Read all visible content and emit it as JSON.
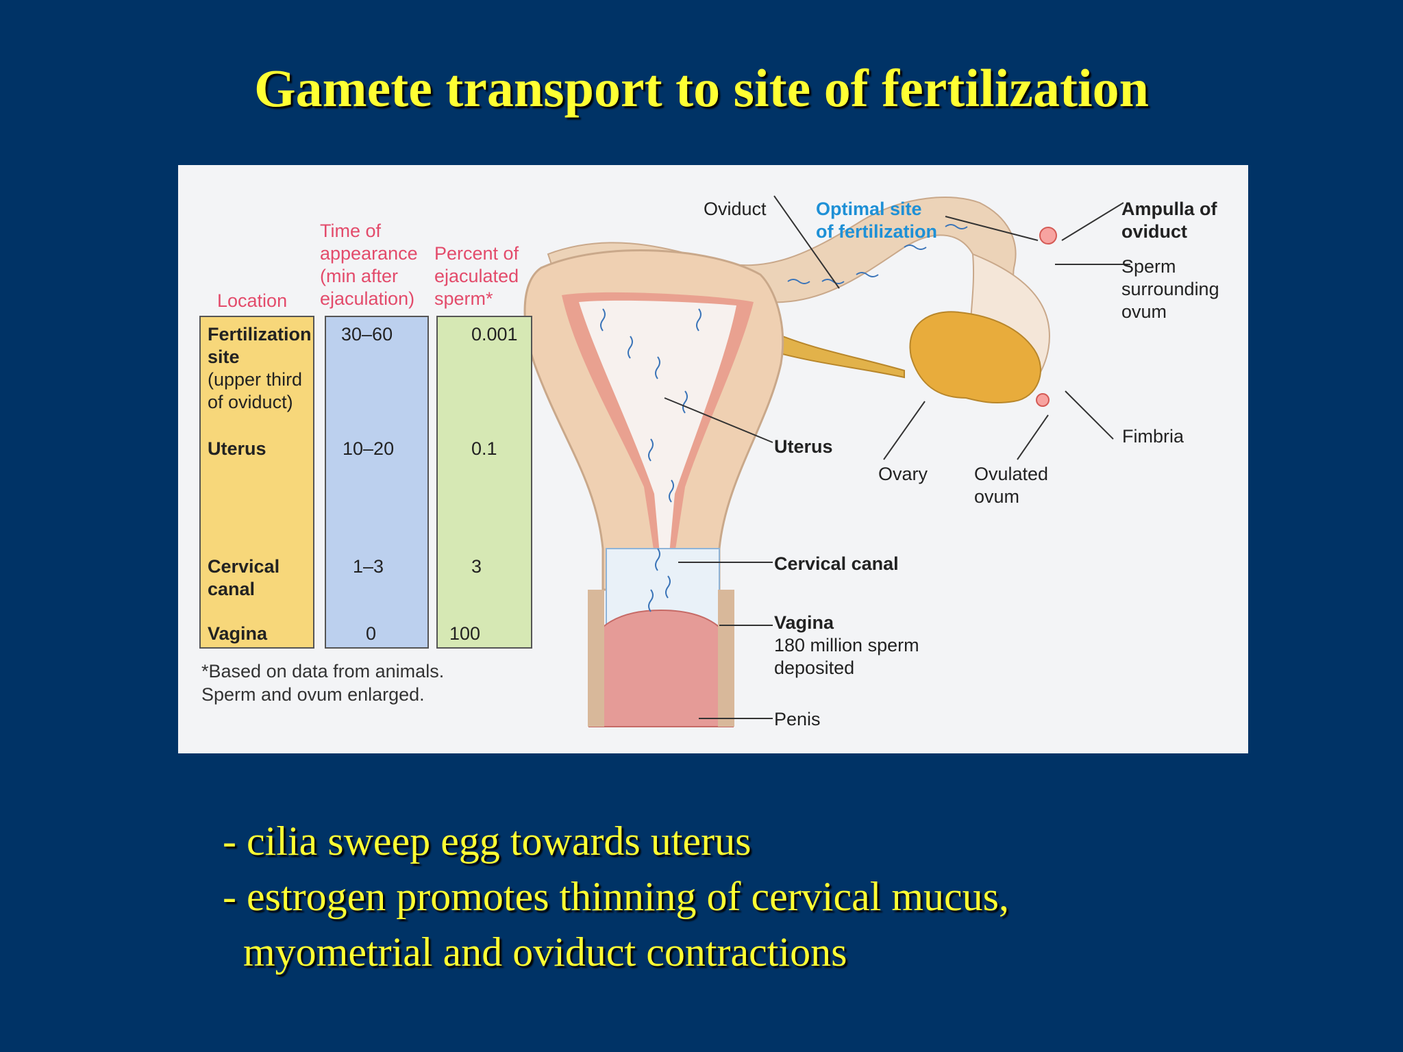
{
  "title": "Gamete transport to site of fertilization",
  "table": {
    "headers": {
      "location": "Location",
      "time": [
        "Time of",
        "appearance",
        "(min after",
        "ejaculation)"
      ],
      "percent": [
        "Percent of",
        "ejaculated",
        "sperm*"
      ]
    },
    "rows": [
      {
        "location_bold": [
          "Fertilization",
          "site"
        ],
        "location_sub": [
          "(upper third",
          "of oviduct)"
        ],
        "time": "30–60",
        "percent": "0.001"
      },
      {
        "location_bold": [
          "Uterus"
        ],
        "location_sub": [],
        "time": "10–20",
        "percent": "0.1"
      },
      {
        "location_bold": [
          "Cervical",
          "canal"
        ],
        "location_sub": [],
        "time": "1–3",
        "percent": "3"
      },
      {
        "location_bold": [
          "Vagina"
        ],
        "location_sub": [],
        "time": "0",
        "percent": "100"
      }
    ],
    "footnote": [
      "*Based on data from animals.",
      "Sperm and ovum enlarged."
    ]
  },
  "labels": {
    "oviduct": "Oviduct",
    "optimal_site": [
      "Optimal site",
      "of fertilization"
    ],
    "ampulla": [
      "Ampulla of",
      "oviduct"
    ],
    "sperm_surrounding": [
      "Sperm",
      "surrounding",
      "ovum"
    ],
    "uterus": "Uterus",
    "ovary": "Ovary",
    "ovulated_ovum": [
      "Ovulated",
      "ovum"
    ],
    "fimbria": "Fimbria",
    "cervical_canal": "Cervical canal",
    "vagina": "Vagina",
    "vagina_note": [
      "180 million sperm",
      "deposited"
    ],
    "penis": "Penis"
  },
  "bullets": [
    "- cilia sweep egg towards uterus",
    "- estrogen promotes thinning of cervical mucus,",
    "  myometrial and oviduct contractions"
  ],
  "colors": {
    "background": "#003366",
    "title": "#ffff33",
    "header_pink": "#e34b6b",
    "col_yellow": "#f7d77a",
    "col_blue": "#bcd0ee",
    "col_green": "#d6e8b4",
    "label_blue": "#1e90d6"
  }
}
